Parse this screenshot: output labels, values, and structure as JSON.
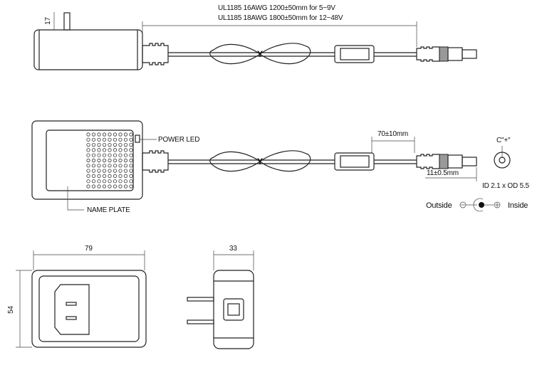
{
  "top_view": {
    "cable_spec_line1": "UL1185 16AWG 1200±50mm for 5~9V",
    "cable_spec_line2": "UL1185 18AWG 1800±50mm for 12~48V",
    "prong_height": "17"
  },
  "middle_view": {
    "power_led_label": "POWER LED",
    "name_plate_label": "NAME PLATE",
    "ferrite_distance": "70±10mm",
    "plug_length": "11±0.5mm",
    "polarity_center": "C\"+\"",
    "plug_size": "ID 2.1 x OD 5.5",
    "outside_label": "Outside",
    "inside_label": "Inside"
  },
  "bottom_views": {
    "width": "79",
    "height": "54",
    "depth": "33"
  }
}
